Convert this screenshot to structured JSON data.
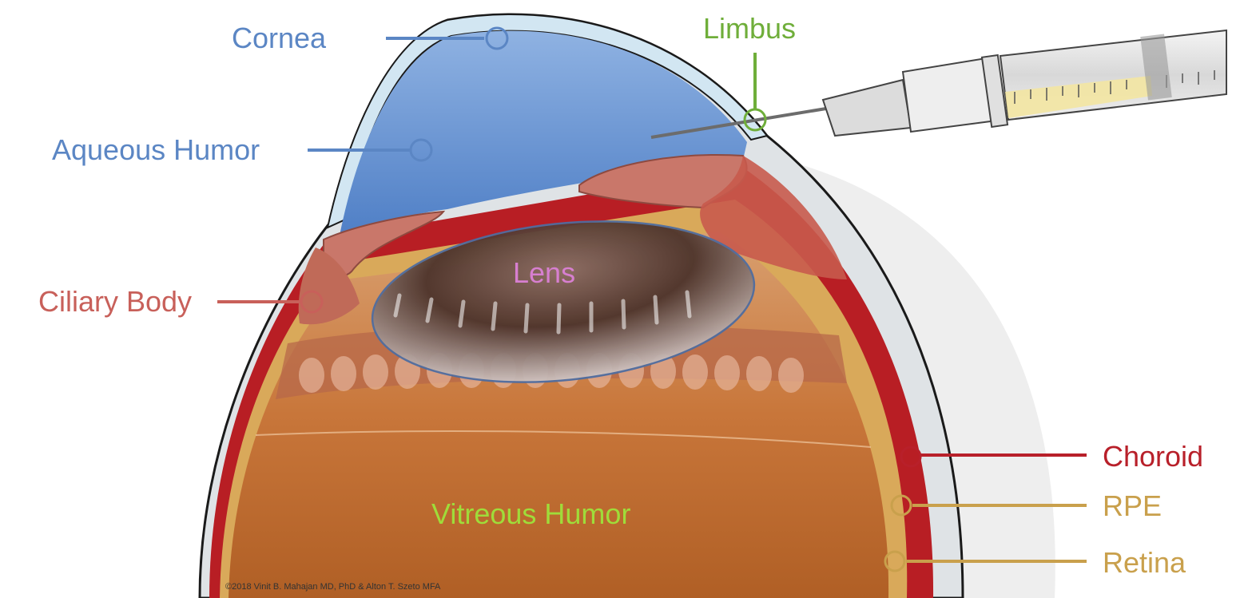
{
  "labels": {
    "cornea": "Cornea",
    "aqueous_humor": "Aqueous Humor",
    "ciliary_body": "Ciliary Body",
    "limbus": "Limbus",
    "lens": "Lens",
    "vitreous_humor": "Vitreous Humor",
    "choroid": "Choroid",
    "rpe": "RPE",
    "retina": "Retina"
  },
  "copyright": "©2018 Vinit B. Mahajan MD, PhD & Alton T. Szeto MFA",
  "colors": {
    "cornea": "#5b86c4",
    "aqueous_humor": "#5b86c4",
    "ciliary_body": "#c8605a",
    "limbus": "#6fae3a",
    "lens": "#d77fd0",
    "vitreous_humor": "#9fdc3a",
    "choroid": "#b8202a",
    "rpe": "#c9a04c",
    "retina": "#c9a04c"
  }
}
